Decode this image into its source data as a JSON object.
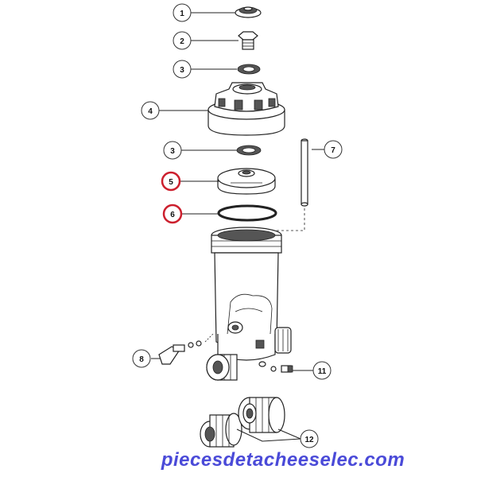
{
  "callouts": [
    {
      "id": "1",
      "label": "1",
      "highlighted": false
    },
    {
      "id": "2",
      "label": "2",
      "highlighted": false
    },
    {
      "id": "3a",
      "label": "3",
      "highlighted": false
    },
    {
      "id": "4",
      "label": "4",
      "highlighted": false
    },
    {
      "id": "3b",
      "label": "3",
      "highlighted": false
    },
    {
      "id": "7",
      "label": "7",
      "highlighted": false
    },
    {
      "id": "5",
      "label": "5",
      "highlighted": true
    },
    {
      "id": "6",
      "label": "6",
      "highlighted": true
    },
    {
      "id": "8",
      "label": "8",
      "highlighted": false
    },
    {
      "id": "11",
      "label": "11",
      "highlighted": false
    },
    {
      "id": "12",
      "label": "12",
      "highlighted": false
    }
  ],
  "watermark": {
    "text": "piecesdetacheeselec.com",
    "color": "#4a4ad8"
  },
  "colors": {
    "callout_border": "#333333",
    "highlight_border": "#cc1f2d",
    "line_art": "#222222"
  }
}
